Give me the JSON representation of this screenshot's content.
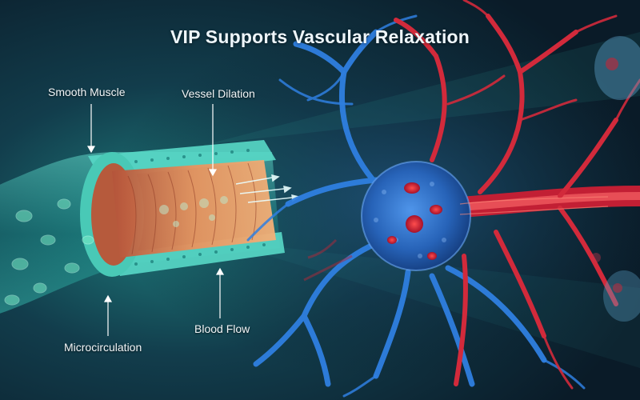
{
  "title": "VIP Supports Vascular Relaxation",
  "labels": {
    "smooth_muscle": "Smooth Muscle",
    "vessel_dilation": "Vessel Dilation",
    "microcirculation": "Microcirculation",
    "blood_flow": "Blood Flow"
  },
  "colors": {
    "background": "#0b2230",
    "vessel_teal": "#3fd6c4",
    "muscle_orange": "#e48a5a",
    "nerve_blue": "#2f7fe0",
    "artery_red": "#d8283a"
  }
}
